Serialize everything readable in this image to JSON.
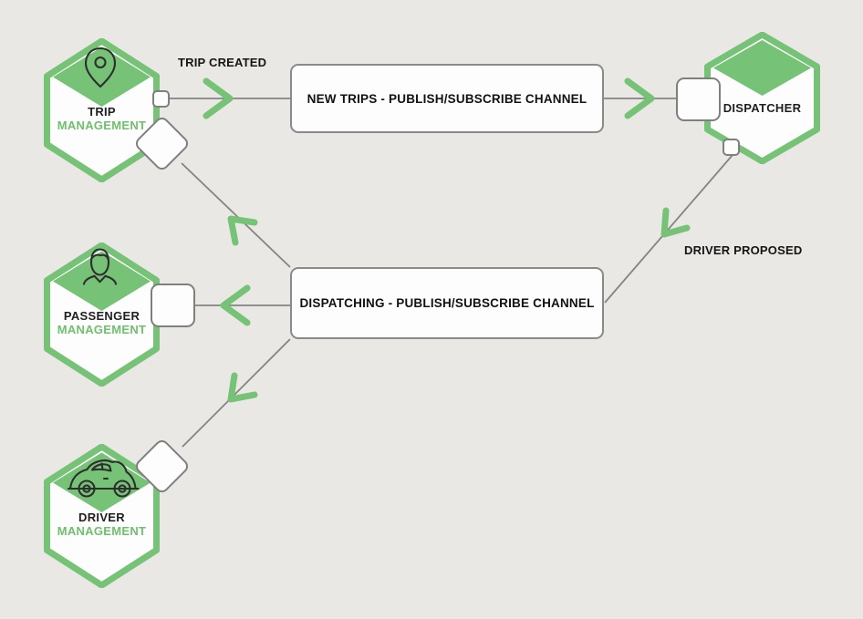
{
  "colors": {
    "green": "#76c276",
    "green_text": "#6ec06d",
    "line_gray": "#848484",
    "text_dark": "#1f1f1f",
    "background": "#eae8e5"
  },
  "diagram": {
    "nodes": [
      {
        "id": "trip-management",
        "line1": "TRIP",
        "line2": "MANAGEMENT",
        "icon": "location-pin-icon"
      },
      {
        "id": "passenger-management",
        "line1": "PASSENGER",
        "line2": "MANAGEMENT",
        "icon": "person-icon"
      },
      {
        "id": "driver-management",
        "line1": "DRIVER",
        "line2": "MANAGEMENT",
        "icon": "car-icon"
      },
      {
        "id": "dispatcher",
        "line1": "DISPATCHER",
        "line2": "",
        "icon": null
      }
    ],
    "channels": [
      {
        "id": "new-trips",
        "label": "NEW TRIPS - PUBLISH/SUBSCRIBE CHANNEL"
      },
      {
        "id": "dispatching",
        "label": "DISPATCHING - PUBLISH/SUBSCRIBE CHANNEL"
      }
    ],
    "edge_labels": [
      {
        "id": "trip-created",
        "text": "TRIP CREATED"
      },
      {
        "id": "driver-proposed",
        "text": "DRIVER PROPOSED"
      }
    ],
    "edges": [
      {
        "from": "trip-management",
        "to": "new-trips-channel",
        "label": "TRIP CREATED"
      },
      {
        "from": "new-trips-channel",
        "to": "dispatcher",
        "label": ""
      },
      {
        "from": "dispatcher",
        "to": "dispatching-channel",
        "label": "DRIVER PROPOSED"
      },
      {
        "from": "dispatching-channel",
        "to": "trip-management",
        "label": ""
      },
      {
        "from": "dispatching-channel",
        "to": "passenger-management",
        "label": ""
      },
      {
        "from": "dispatching-channel",
        "to": "driver-management",
        "label": ""
      }
    ]
  }
}
